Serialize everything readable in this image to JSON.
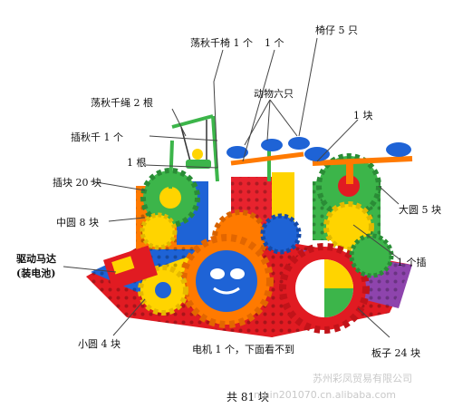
{
  "labels": {
    "swing_seat_chair": "荡秋千椅 1 个",
    "one_piece_top": "1 个",
    "seat_chairs": "椅仔 5 只",
    "animals": "动物六只",
    "swing_rope": "荡秋千绳 2 根",
    "swing_frame": "插秋千 1 个",
    "one_block": "1 块",
    "one_rod": "1 根",
    "insert_blocks": "插块 20 块",
    "large_round": "大圆 5 块",
    "medium_round": "中圆 8 块",
    "one_insert": "1 个插",
    "drive_motor_line1": "驱动马达",
    "drive_motor_line2": "(装电池)",
    "small_round": "小圆 4 块",
    "motor_note": "电机 1 个，下面看不到",
    "boards": "板子 24 块",
    "total": "共 81 块"
  },
  "watermark": {
    "company": "苏州彩凤贸易有限公司",
    "domain": "nmin201070.cn.alibaba.com"
  },
  "colors": {
    "red": "#e11b22",
    "yellow": "#ffd400",
    "green": "#3cb54a",
    "orange": "#f7941d",
    "blue": "#1e63d6",
    "purple": "#8e44ad"
  }
}
